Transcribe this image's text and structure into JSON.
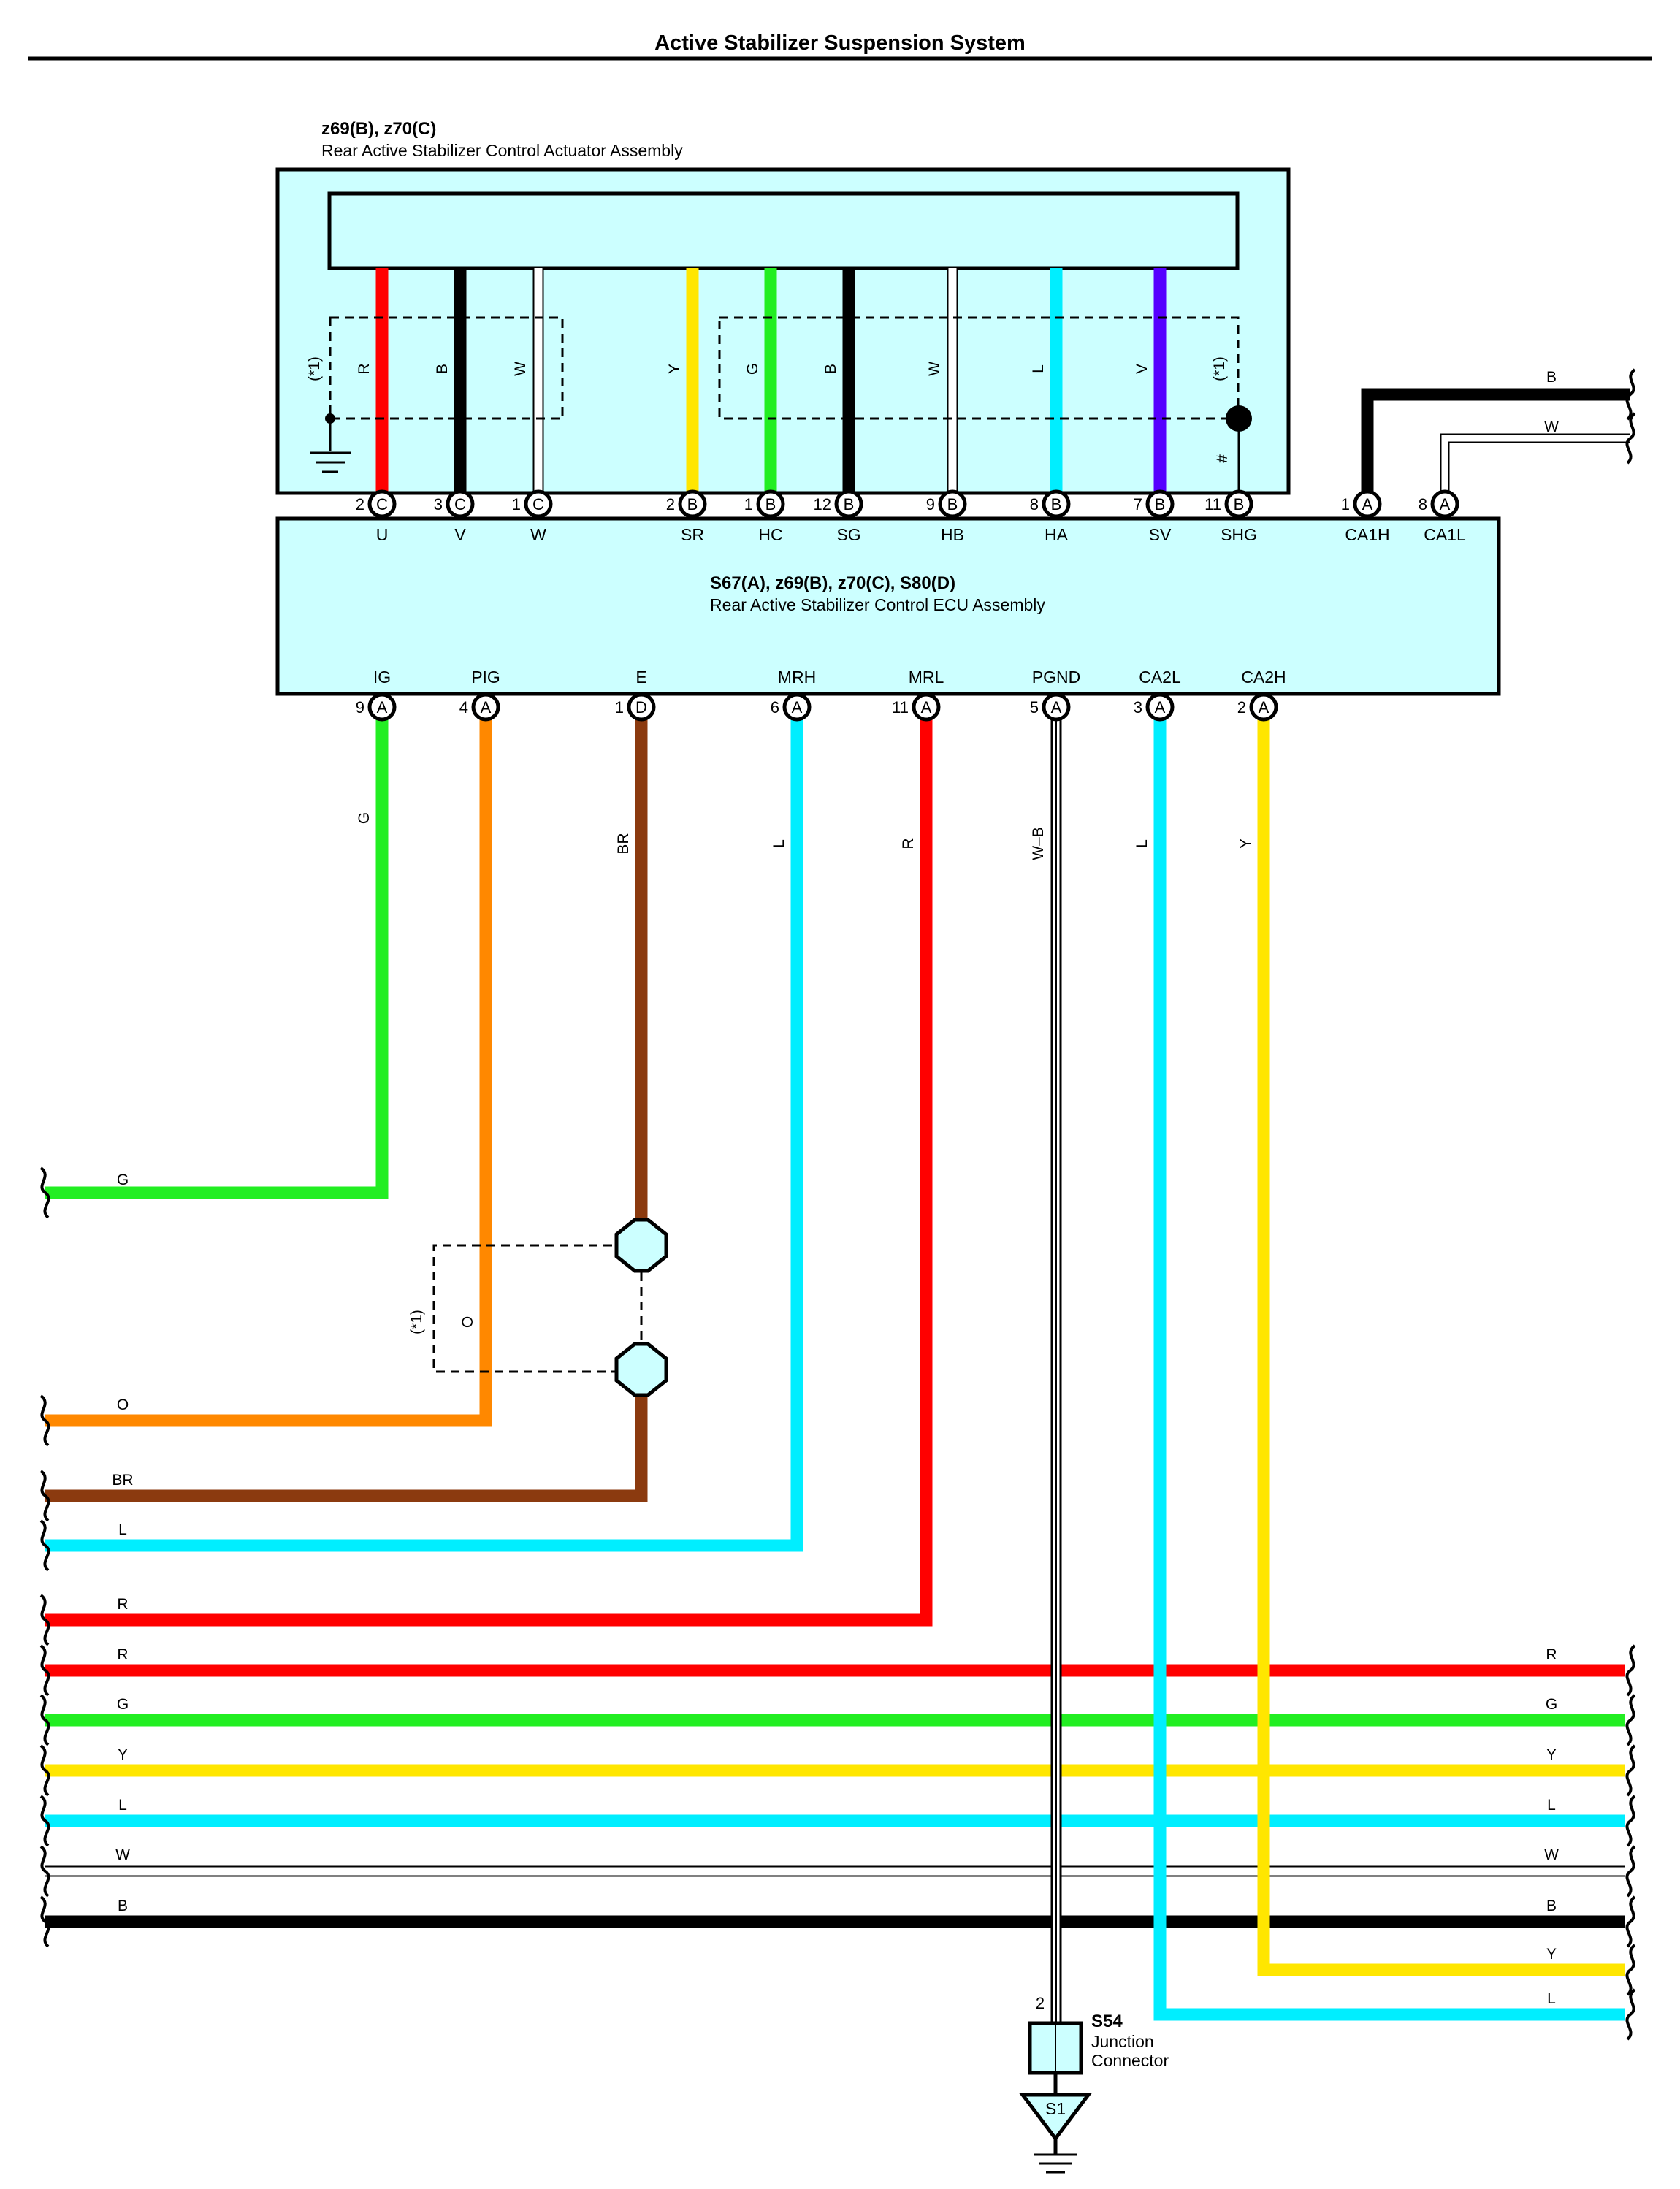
{
  "title": "Active Stabilizer Suspension System",
  "actuator": {
    "codes": "z69(B), z70(C)",
    "name": "Rear Active Stabilizer Control Actuator Assembly",
    "shield_note": "(*1)",
    "hash_mark": "#"
  },
  "ecu": {
    "codes": "S67(A), z69(B), z70(C), S80(D)",
    "name": "Rear Active Stabilizer Control ECU Assembly"
  },
  "top_pins": [
    {
      "num": "2",
      "conn": "C",
      "name": "U",
      "wire": "R",
      "color": "#ff0000"
    },
    {
      "num": "3",
      "conn": "C",
      "name": "V",
      "wire": "B",
      "color": "#000000"
    },
    {
      "num": "1",
      "conn": "C",
      "name": "W",
      "wire": "W",
      "color": "#ffffff"
    },
    {
      "num": "2",
      "conn": "B",
      "name": "SR",
      "wire": "Y",
      "color": "#ffe600"
    },
    {
      "num": "1",
      "conn": "B",
      "name": "HC",
      "wire": "G",
      "color": "#22ee22"
    },
    {
      "num": "12",
      "conn": "B",
      "name": "SG",
      "wire": "B",
      "color": "#000000"
    },
    {
      "num": "9",
      "conn": "B",
      "name": "HB",
      "wire": "W",
      "color": "#ffffff"
    },
    {
      "num": "8",
      "conn": "B",
      "name": "HA",
      "wire": "L",
      "color": "#00eeff"
    },
    {
      "num": "7",
      "conn": "B",
      "name": "SV",
      "wire": "V",
      "color": "#5500ff"
    },
    {
      "num": "11",
      "conn": "B",
      "name": "SHG",
      "wire": "",
      "color": "#000000"
    },
    {
      "num": "1",
      "conn": "A",
      "name": "CA1H",
      "wire": "B",
      "color": "#000000"
    },
    {
      "num": "8",
      "conn": "A",
      "name": "CA1L",
      "wire": "W",
      "color": "#ffffff"
    }
  ],
  "bottom_pins": [
    {
      "num": "9",
      "conn": "A",
      "name": "IG",
      "wire": "G",
      "color": "#22ee22"
    },
    {
      "num": "4",
      "conn": "A",
      "name": "PIG",
      "wire": "O",
      "color": "#ff8800"
    },
    {
      "num": "1",
      "conn": "D",
      "name": "E",
      "wire": "BR",
      "color": "#8b3a0f"
    },
    {
      "num": "6",
      "conn": "A",
      "name": "MRH",
      "wire": "L",
      "color": "#00eeff"
    },
    {
      "num": "11",
      "conn": "A",
      "name": "MRL",
      "wire": "R",
      "color": "#ff0000"
    },
    {
      "num": "5",
      "conn": "A",
      "name": "PGND",
      "wire": "W–B",
      "color": "#ffffff"
    },
    {
      "num": "3",
      "conn": "A",
      "name": "CA2L",
      "wire": "L",
      "color": "#00eeff"
    },
    {
      "num": "2",
      "conn": "A",
      "name": "CA2H",
      "wire": "Y",
      "color": "#ffe600"
    }
  ],
  "left_wires": [
    "G",
    "O",
    "BR",
    "L",
    "R"
  ],
  "through_wires": [
    {
      "left": "R",
      "right": "R",
      "color": "#ff0000"
    },
    {
      "left": "G",
      "right": "G",
      "color": "#22ee22"
    },
    {
      "left": "Y",
      "right": "Y",
      "color": "#ffe600"
    },
    {
      "left": "L",
      "right": "L",
      "color": "#00eeff"
    },
    {
      "left": "W",
      "right": "W",
      "color": "#ffffff"
    },
    {
      "left": "B",
      "right": "B",
      "color": "#000000"
    }
  ],
  "right_wires": {
    "ca1h": "B",
    "ca1l": "W",
    "ca2h": "Y",
    "ca2l": "L"
  },
  "pig_wire": "O",
  "pig_shield_note": "(*1)",
  "junction": {
    "code": "S54",
    "line1": "Junction",
    "line2": "Connector",
    "pin": "2",
    "ground": "S1"
  }
}
